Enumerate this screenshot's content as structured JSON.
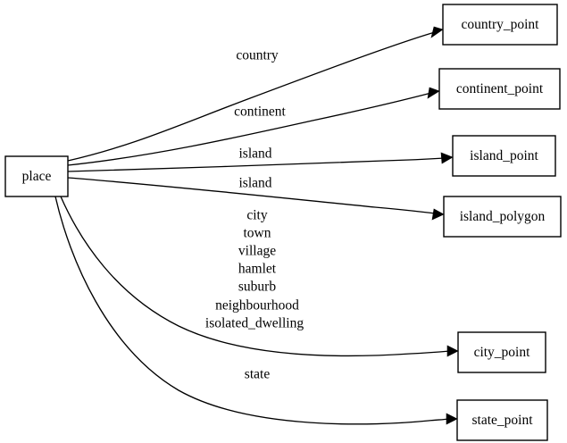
{
  "diagram": {
    "type": "directed-graph",
    "orientation": "left-to-right",
    "background_color": "#ffffff",
    "line_color": "#000000",
    "node_fill_color": "#ffffff",
    "source_node": {
      "id": "place",
      "label": "place"
    },
    "target_nodes": [
      {
        "id": "country_point",
        "label": "country_point"
      },
      {
        "id": "continent_point",
        "label": "continent_point"
      },
      {
        "id": "island_point",
        "label": "island_point"
      },
      {
        "id": "island_polygon",
        "label": "island_polygon"
      },
      {
        "id": "city_point",
        "label": "city_point"
      },
      {
        "id": "state_point",
        "label": "state_point"
      }
    ],
    "edges": [
      {
        "from": "place",
        "to": "country_point",
        "label": "country"
      },
      {
        "from": "place",
        "to": "continent_point",
        "label": "continent"
      },
      {
        "from": "place",
        "to": "island_point",
        "label": "island"
      },
      {
        "from": "place",
        "to": "island_polygon",
        "label": "island"
      },
      {
        "from": "place",
        "to": "city_point",
        "label": "city\ntown\nvillage\nhamlet\nsuburb\nneighbourhood\nisolated_dwelling"
      },
      {
        "from": "place",
        "to": "state_point",
        "label": "state"
      }
    ],
    "edge_labels": {
      "country": "country",
      "continent": "continent",
      "island_a": "island",
      "island_b": "island",
      "state": "state",
      "city_group": [
        "city",
        "town",
        "village",
        "hamlet",
        "suburb",
        "neighbourhood",
        "isolated_dwelling"
      ]
    }
  }
}
